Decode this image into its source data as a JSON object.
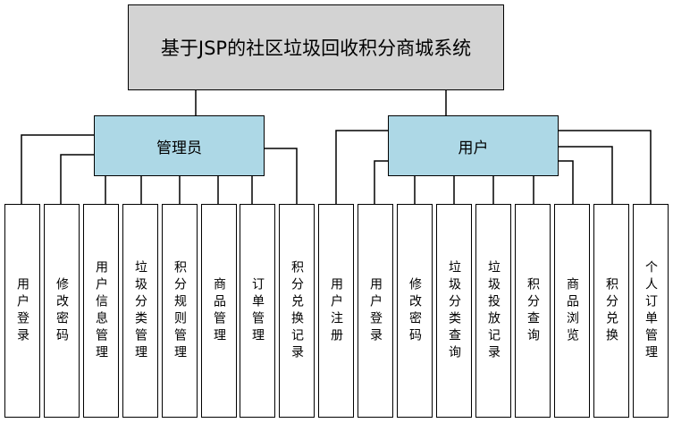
{
  "root": {
    "title": "基于JSP的社区垃圾回收积分商城系统"
  },
  "admin": {
    "title": "管理员",
    "items": [
      "用户登录",
      "修改密码",
      "用户信息管理",
      "垃圾分类管理",
      "积分规则管理",
      "商品管理",
      "订单管理",
      "积分兑换记录"
    ]
  },
  "user": {
    "title": "用户",
    "items": [
      "用户注册",
      "用户登录",
      "修改密码",
      "垃圾分类查询",
      "垃圾投放记录",
      "积分查询",
      "商品浏览",
      "积分兑换",
      "个人订单管理"
    ]
  }
}
